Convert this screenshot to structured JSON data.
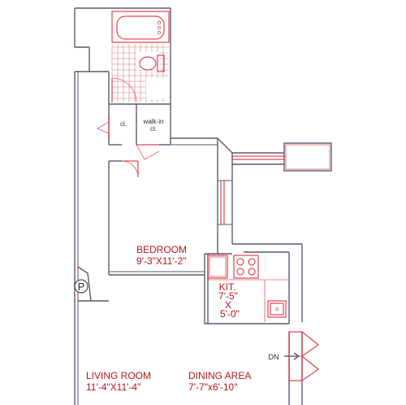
{
  "rooms": {
    "bedroom": {
      "name": "BEDROOM",
      "dims": "9'-3\"X11'-2\""
    },
    "kitchen": {
      "name": "KIT.",
      "dim_a": "7'-5\"",
      "x": "X",
      "dim_b": "5'-0\""
    },
    "living": {
      "name": "LIVING ROOM",
      "dims": "11'-4\"X11'-4\""
    },
    "dining": {
      "name": "DINING AREA",
      "dims": "7'-7\"x6'-10\""
    },
    "closet": {
      "name": "cl."
    },
    "walkin": {
      "line1": "walk-in",
      "line2": "cl."
    }
  },
  "markers": {
    "stairs_down": "DN",
    "parking": "P"
  },
  "colors": {
    "wall": "#5a5a6e",
    "fixture": "#d81e2a",
    "label_red": "#b8141f",
    "label_dark": "#2a2a3a"
  }
}
